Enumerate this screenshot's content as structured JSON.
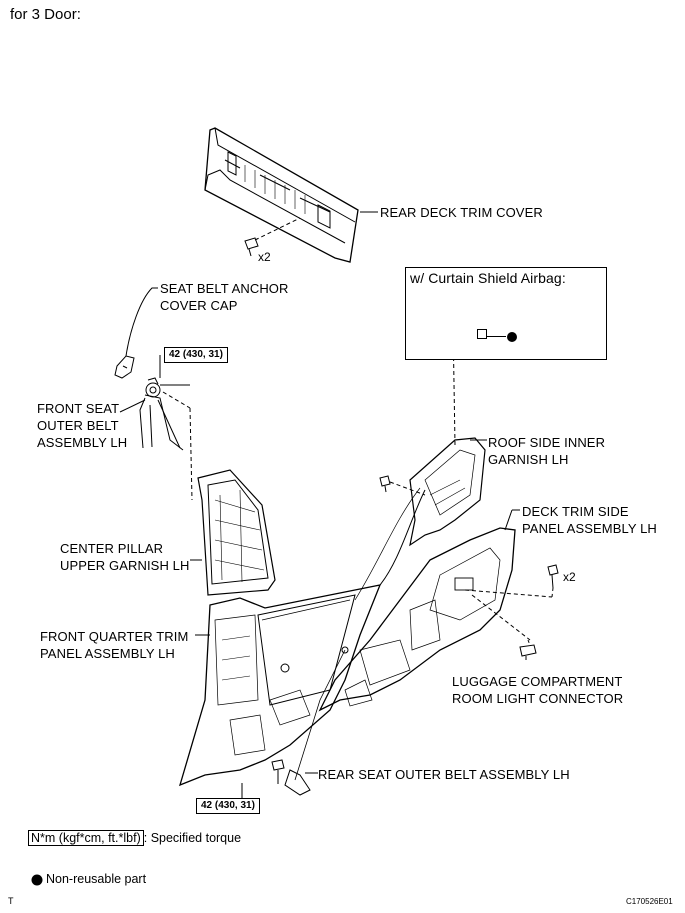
{
  "header": "for 3 Door:",
  "labels": {
    "rear_deck_trim_cover": "REAR DECK TRIM COVER",
    "seat_belt_anchor_cover_cap": "SEAT BELT ANCHOR\nCOVER CAP",
    "front_seat_outer_belt": "FRONT SEAT\nOUTER BELT\nASSEMBLY LH",
    "center_pillar_upper_garnish": "CENTER PILLAR\nUPPER GARNISH LH",
    "front_quarter_trim_panel": "FRONT QUARTER TRIM\nPANEL ASSEMBLY LH",
    "roof_side_inner_garnish": "ROOF SIDE INNER\nGARNISH LH",
    "deck_trim_side_panel": "DECK TRIM SIDE\nPANEL ASSEMBLY LH",
    "luggage_compartment_connector": "LUGGAGE COMPARTMENT\nROOM LIGHT CONNECTOR",
    "rear_seat_outer_belt": "REAR SEAT OUTER BELT ASSEMBLY LH"
  },
  "inset_title": "w/ Curtain Shield Airbag:",
  "quantities": {
    "deck_clips": "x2",
    "side_clips": "x2"
  },
  "torque": {
    "upper": "42 (430, 31)",
    "lower": "42 (430, 31)"
  },
  "legend": {
    "torque_unit": "N*m (kgf*cm, ft.*lbf)",
    "torque_text": ": Specified torque",
    "nonreusable_text": "Non-reusable part"
  },
  "footer": {
    "left_mark": "T",
    "figure_id": "C170526E01"
  }
}
